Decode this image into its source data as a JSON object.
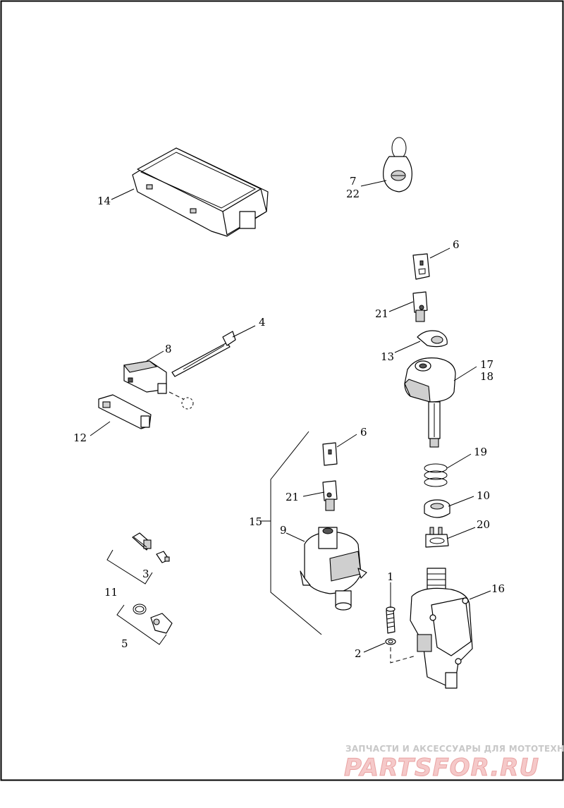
{
  "callouts": {
    "c1": "1",
    "c2": "2",
    "c3": "3",
    "c4": "4",
    "c5": "5",
    "c6a": "6",
    "c6b": "6",
    "c7": "7",
    "c22": "22",
    "c8": "8",
    "c9": "9",
    "c10": "10",
    "c11": "11",
    "c12": "12",
    "c13": "13",
    "c14": "14",
    "c15": "15",
    "c16": "16",
    "c17": "17",
    "c18": "18",
    "c19": "19",
    "c20": "20",
    "c21a": "21",
    "c21b": "21"
  },
  "watermark": {
    "tagline": "ЗАПЧАСТИ И АКСЕССУАРЫ ДЛЯ МОТОТЕХНИКИ",
    "brand": "PARTSFOR.RU"
  }
}
